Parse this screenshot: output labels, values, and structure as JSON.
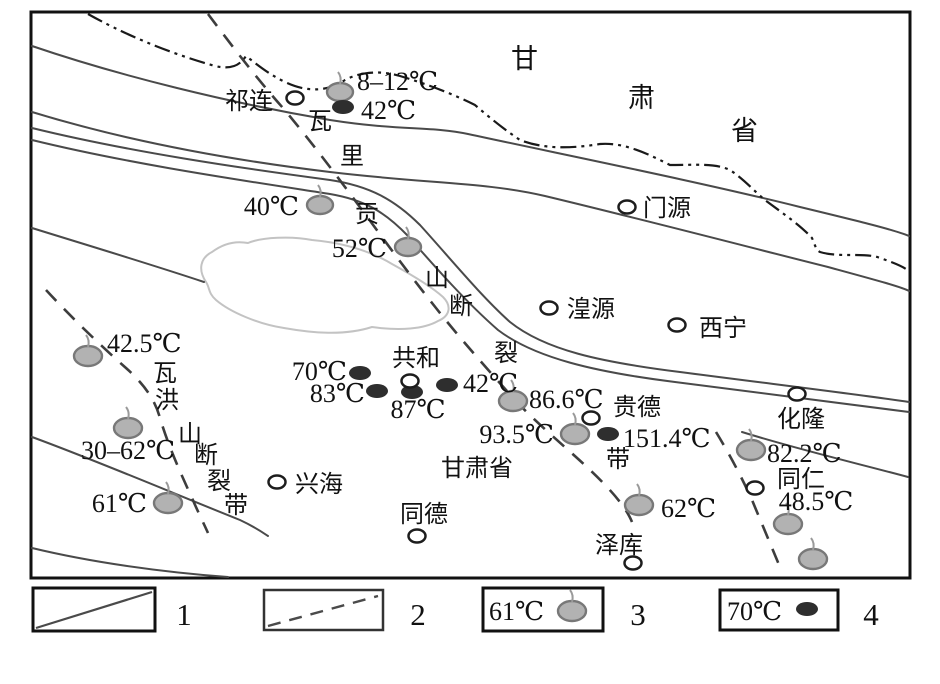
{
  "map": {
    "province_labels": {
      "top": [
        "甘",
        "肃",
        "省"
      ],
      "inner": "甘肃省"
    },
    "fault_names": {
      "waligong": [
        "瓦",
        "里",
        "贡",
        "山",
        "断",
        "裂",
        "带"
      ],
      "wahong": [
        "瓦",
        "洪",
        "山",
        "断",
        "裂",
        "带"
      ]
    },
    "towns": [
      {
        "name": "祁连"
      },
      {
        "name": "门源"
      },
      {
        "name": "湟源"
      },
      {
        "name": "西宁"
      },
      {
        "name": "共和"
      },
      {
        "name": "贵德"
      },
      {
        "name": "化隆"
      },
      {
        "name": "同仁"
      },
      {
        "name": "兴海"
      },
      {
        "name": "同德"
      },
      {
        "name": "泽库"
      }
    ],
    "hot_springs": [
      {
        "temp": "8–12℃"
      },
      {
        "temp": "40℃"
      },
      {
        "temp": "52℃"
      },
      {
        "temp": "42.5℃"
      },
      {
        "temp": "30–62℃"
      },
      {
        "temp": "61℃"
      },
      {
        "temp": "86.6℃"
      },
      {
        "temp": "93.5℃"
      },
      {
        "temp": "62℃"
      },
      {
        "temp": "82.2℃"
      },
      {
        "temp": "48.5℃"
      },
      {
        "temp": ""
      }
    ],
    "geothermal_points": [
      {
        "temp": "42℃"
      },
      {
        "temp": "70℃"
      },
      {
        "temp": "83℃"
      },
      {
        "temp": "87℃"
      },
      {
        "temp": "42℃"
      },
      {
        "temp": "151.4℃"
      }
    ]
  },
  "legend": {
    "items": [
      {
        "number": "1",
        "symbol": "solid-line"
      },
      {
        "number": "2",
        "symbol": "dashed-line"
      },
      {
        "number": "3",
        "symbol": "hot-spring",
        "sample_temp": "61℃"
      },
      {
        "number": "4",
        "symbol": "geothermal-point",
        "sample_temp": "70℃"
      }
    ]
  },
  "colors": {
    "structural_line": "#4a4a4a",
    "boundary_line": "#1a1a1a",
    "lake_outline": "#c3c3c3",
    "spring_fill": "#b2b2b2",
    "point_fill": "#2e2e2e",
    "text": "#111111"
  }
}
